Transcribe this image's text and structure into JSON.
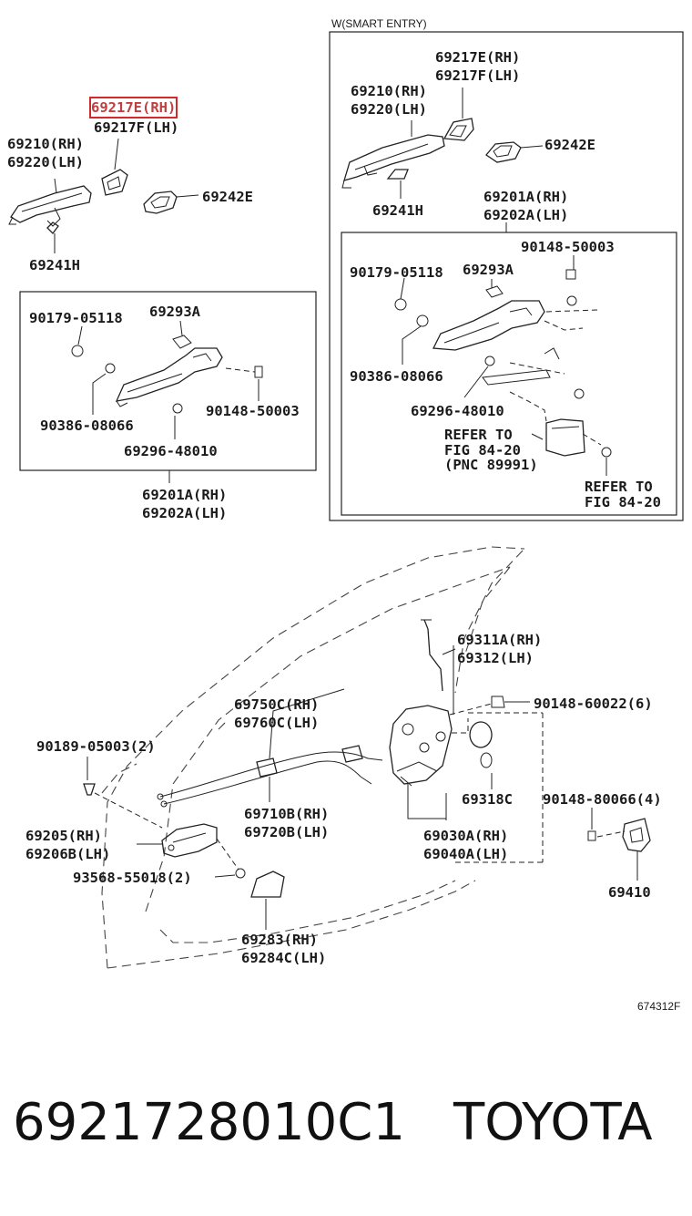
{
  "figure": {
    "smart_entry_title": "W(SMART ENTRY)",
    "figure_code": "674312F"
  },
  "caption": {
    "part_number": "6921728010C1",
    "brand": "TOYOTA"
  },
  "labels": {
    "l1": "69217E(RH)",
    "l2": "69217F(LH)",
    "l3": "69210(RH)",
    "l4": "69220(LH)",
    "l5": "69242E",
    "l6": "69241H",
    "l7": "90179-05118",
    "l8": "69293A",
    "l9": "90148-50003",
    "l10": "90386-08066",
    "l11": "69296-48010",
    "l12": "69201A(RH)",
    "l13": "69202A(LH)",
    "r1": "69217E(RH)",
    "r2": "69217F(LH)",
    "r3": "69210(RH)",
    "r4": "69220(LH)",
    "r5": "69242E",
    "r6": "69241H",
    "r7": "69201A(RH)",
    "r8": "69202A(LH)",
    "r9": "90148-50003",
    "r10": "90179-05118",
    "r11": "69293A",
    "r12": "90386-08066",
    "r13": "69296-48010",
    "r14": "REFER TO",
    "r15": "FIG 84-20",
    "r16": "(PNC 89991)",
    "r17": "REFER TO",
    "r18": "FIG 84-20",
    "b1": "69311A(RH)",
    "b2": "69312(LH)",
    "b3": "90148-60022(6)",
    "b4": "69750C(RH)",
    "b5": "69760C(LH)",
    "b6": "90189-05003(2)",
    "b7": "69318C",
    "b8": "69710B(RH)",
    "b9": "69720B(LH)",
    "b10": "90148-80066(4)",
    "b11": "69205(RH)",
    "b12": "69206B(LH)",
    "b13": "69030A(RH)",
    "b14": "69040A(LH)",
    "b15": "93568-55018(2)",
    "b16": "69410",
    "b17": "69283(RH)",
    "b18": "69284C(LH)"
  }
}
